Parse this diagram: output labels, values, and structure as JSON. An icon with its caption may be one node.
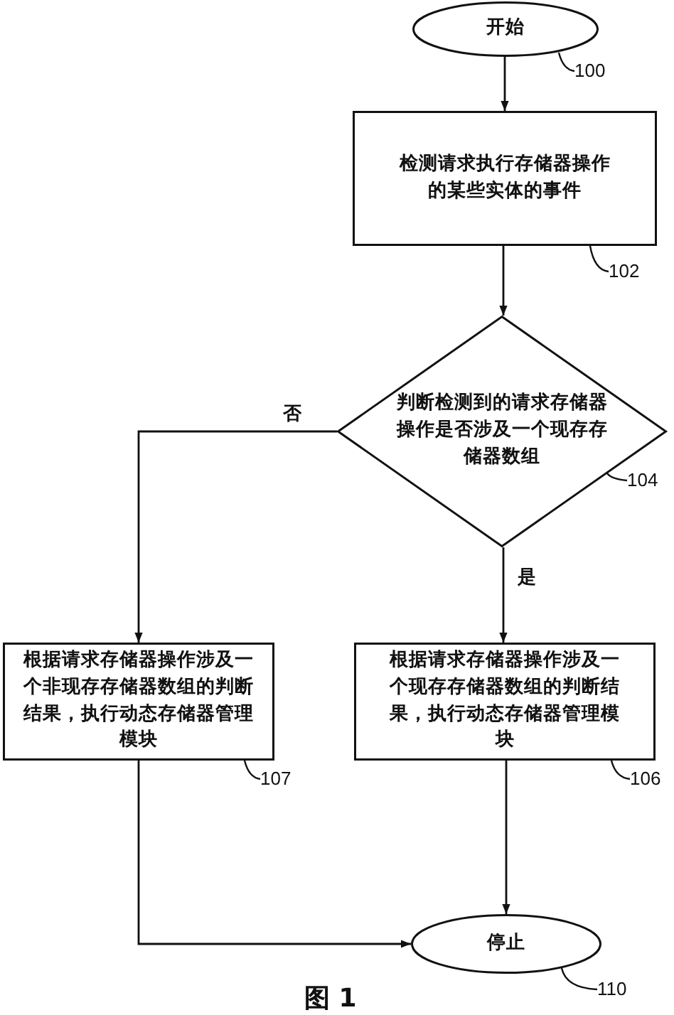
{
  "diagram": {
    "caption": "图 1",
    "nodes": [
      {
        "text": [
          "开始"
        ]
      },
      {
        "text": [
          "100"
        ]
      },
      {
        "text": [
          "检测请求执行存储器操作的某些实体的事件"
        ]
      },
      {
        "text": [
          "102"
        ]
      },
      {
        "text": [
          "判断检测到的请求存储器操作是否涉及一个现存存储器数组"
        ]
      },
      {
        "text": [
          "104"
        ]
      },
      {
        "text": [
          "根据请求存储器操作涉及一个非现存存储器数组的判断结果，执行动态存储器管理模块"
        ]
      },
      {
        "text": [
          "107"
        ]
      },
      {
        "text": [
          "根据请求存储器操作涉及一个现存存储器数组的判断结果，执行动态存储器管理模块"
        ]
      },
      {
        "text": [
          "106"
        ]
      },
      {
        "text": [
          "停止"
        ]
      },
      {
        "text": [
          "110"
        ]
      }
    ],
    "edges": [
      {
        "from": 0,
        "to": 2,
        "arrow": "to"
      },
      {
        "from": 2,
        "to": 4,
        "arrow": "to"
      },
      {
        "from": 4,
        "to": 6,
        "arrow": "to",
        "label": "否"
      },
      {
        "from": 4,
        "to": 8,
        "arrow": "to",
        "label": "是"
      },
      {
        "from": 8,
        "to": 10,
        "arrow": "to"
      },
      {
        "from": 6,
        "to": 10,
        "arrow": "to"
      },
      {
        "from": 1,
        "to": 0,
        "arrow": "none"
      },
      {
        "from": 3,
        "to": 2,
        "arrow": "none"
      },
      {
        "from": 5,
        "to": 4,
        "arrow": "none"
      },
      {
        "from": 7,
        "to": 6,
        "arrow": "none"
      },
      {
        "from": 9,
        "to": 8,
        "arrow": "none"
      },
      {
        "from": 11,
        "to": 10,
        "arrow": "none"
      }
    ]
  }
}
